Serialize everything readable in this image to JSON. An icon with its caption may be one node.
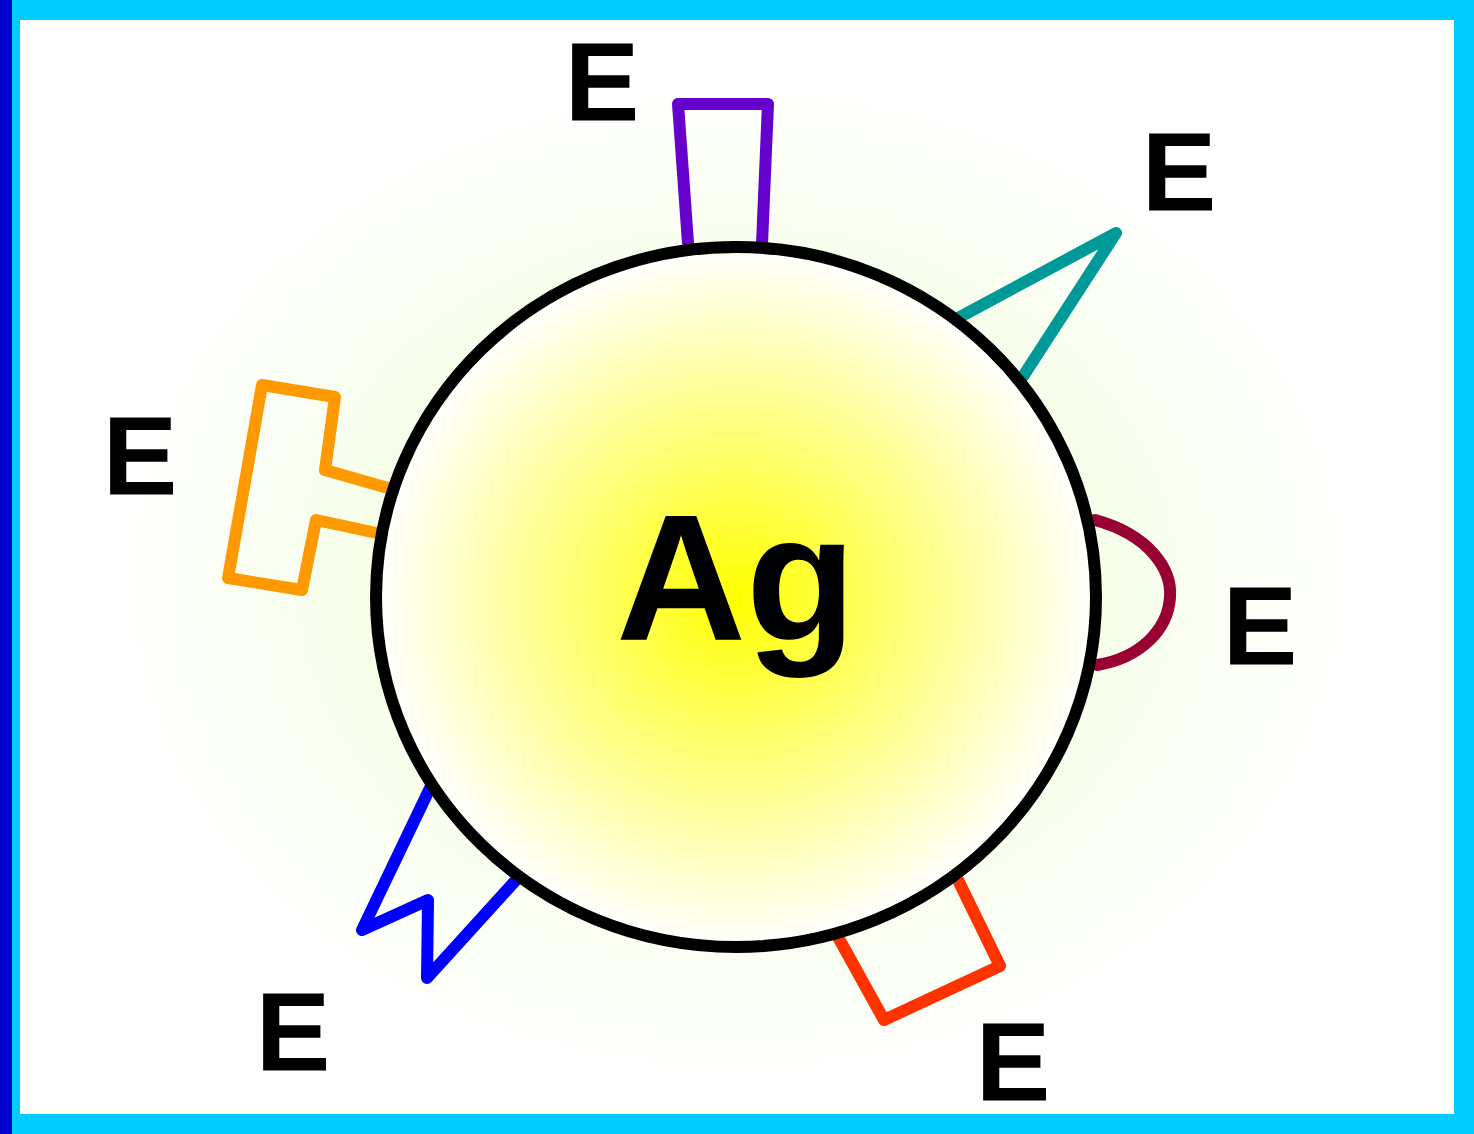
{
  "diagram": {
    "nodes": [
      {
        "text": [
          "Ag"
        ]
      }
    ],
    "labels": [
      "E",
      "E",
      "E",
      "E",
      "E",
      "E"
    ]
  }
}
